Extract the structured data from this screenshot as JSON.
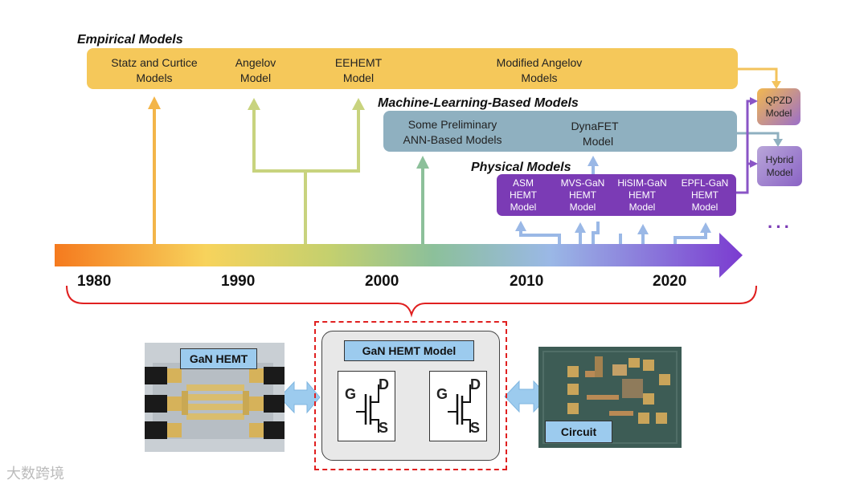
{
  "sections": {
    "empirical": "Empirical Models",
    "machine_learning": "Machine-Learning-Based Models",
    "physical": "Physical Models"
  },
  "empirical_models": [
    {
      "line1": "Statz and Curtice",
      "line2": "Models"
    },
    {
      "line1": "Angelov",
      "line2": "Model"
    },
    {
      "line1": "EEHEMT",
      "line2": "Model"
    },
    {
      "line1": "Modified Angelov",
      "line2": "Models"
    }
  ],
  "ml_models": [
    {
      "line1": "Some Preliminary",
      "line2": "ANN-Based Models"
    },
    {
      "line1": "DynaFET",
      "line2": "Model"
    }
  ],
  "physical_models": [
    {
      "line1": "ASM",
      "line2": "HEMT",
      "line3": "Model"
    },
    {
      "line1": "MVS-GaN",
      "line2": "HEMT",
      "line3": "Model"
    },
    {
      "line1": "HiSIM-GaN",
      "line2": "HEMT",
      "line3": "Model"
    },
    {
      "line1": "EPFL-GaN",
      "line2": "HEMT",
      "line3": "Model"
    }
  ],
  "side_models": [
    {
      "line1": "QPZD",
      "line2": "Model"
    },
    {
      "line1": "Hybrid",
      "line2": "Model"
    }
  ],
  "ellipsis": "···",
  "years": [
    "1980",
    "1990",
    "2000",
    "2010",
    "2020"
  ],
  "bottom": {
    "device_label": "GaN HEMT",
    "model_label": "GaN HEMT Model",
    "circuit_label": "Circuit",
    "terminal_g": "G",
    "terminal_d": "D",
    "terminal_s": "S"
  },
  "watermark": "大数跨境",
  "colors": {
    "empirical": "#f5c85a",
    "machine_learning": "#8fb0c0",
    "physical": "#7b3bb5",
    "brace": "#e02020",
    "connector": "#9ab8e6"
  }
}
